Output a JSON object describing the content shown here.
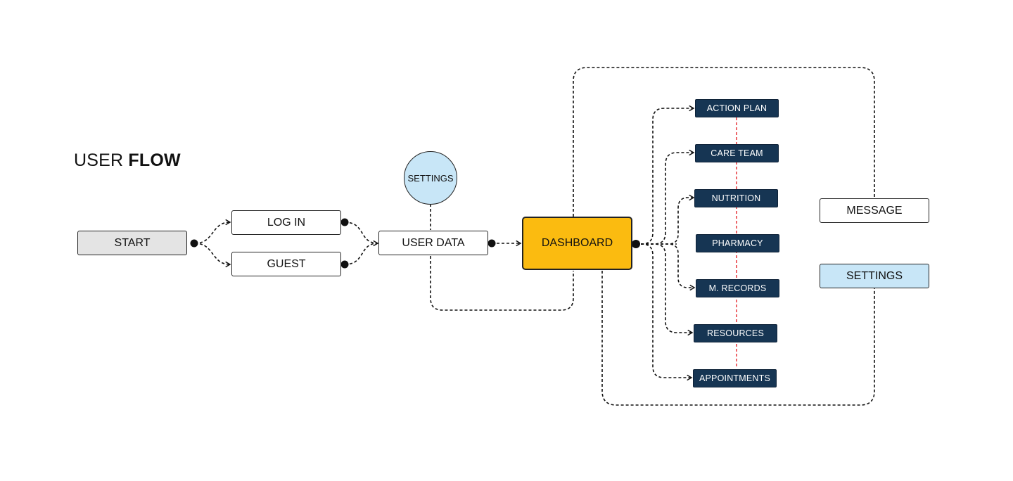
{
  "title": {
    "prefix": "USER",
    "bold": "FLOW"
  },
  "nodes": {
    "start": "START",
    "login": "LOG IN",
    "guest": "GUEST",
    "user_data": "USER DATA",
    "settings_circle": "SETTINGS",
    "dashboard": "DASHBOARD",
    "action_plan": "ACTION PLAN",
    "care_team": "CARE TEAM",
    "nutrition": "NUTRITION",
    "pharmacy": "PHARMACY",
    "m_records": "M. RECORDS",
    "resources": "RESOURCES",
    "appointments": "APPOINTMENTS",
    "message": "MESSAGE",
    "settings_box": "SETTINGS"
  },
  "colors": {
    "dashboard": "#fbbb10",
    "navy": "#163553",
    "light_blue": "#c8e6f7",
    "start_gray": "#e4e4e4",
    "red_dash": "#e5252a",
    "line": "#111111"
  }
}
